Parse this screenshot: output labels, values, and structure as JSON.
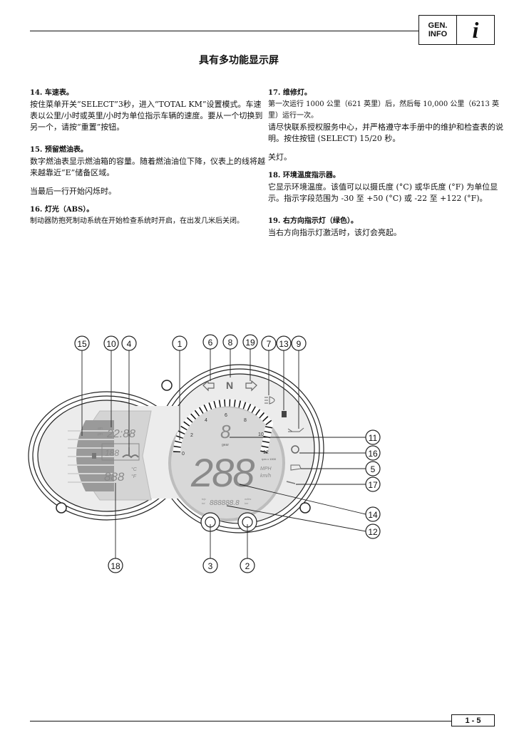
{
  "header": {
    "section_line1": "GEN.",
    "section_line2": "INFO",
    "info_icon": "i"
  },
  "title": "具有多功能显示屏",
  "left_column": [
    {
      "heading": "14. 车速表。",
      "paragraphs": [
        "按住菜单开关“SELECT”3秒，进入“TOTAL KM”设置模式。车速表以公里/小时或英里/小时为单位指示车辆的速度。要从一个切换到另一个，请按“重置”按钮。"
      ]
    },
    {
      "heading": "15. 预留燃油表。",
      "paragraphs": [
        "数字燃油表显示燃油箱的容量。随着燃油油位下降，仪表上的线将越来越靠近“E”储备区域。",
        "当最后一行开始闪烁时。"
      ]
    },
    {
      "heading": "16. 灯光（ABS）。",
      "paragraphs": [
        "制动器防抱死制动系统在开始检查系统时开启，在出发几米后关闭。"
      ]
    }
  ],
  "right_column": [
    {
      "heading": "17. 维修灯。",
      "paragraphs": [
        "第一次运行 1000 公里（621 英里）后，然后每 10,000 公里（6213 英里）运行一次。",
        "请尽快联系授权服务中心，并严格遵守本手册中的维护和检查表的说明。按住按钮 (SELECT) 15/20 秒。",
        "关灯。"
      ]
    },
    {
      "heading": "18. 环境温度指示器。",
      "paragraphs": [
        "它显示环境温度。该值可以以摄氏度 (°C) 或华氏度 (°F) 为单位显示。指示字段范围为 -30 至 +50 (°C) 或 -22 至 +122 (°F)。"
      ]
    },
    {
      "heading": "19. 右方向指示灯（绿色）。",
      "paragraphs": [
        "当右方向指示灯激活时，该灯会亮起。"
      ]
    }
  ],
  "diagram": {
    "callouts": [
      "15",
      "10",
      "4",
      "1",
      "6",
      "8",
      "19",
      "7",
      "13",
      "9",
      "11",
      "16",
      "5",
      "17",
      "14",
      "12",
      "18",
      "3",
      "2"
    ],
    "lcd": {
      "am": "am",
      "pm": "pm",
      "clock": "22:88",
      "coolant": "188",
      "temp": "888",
      "celsius": "°C",
      "fahrenheit": "°F",
      "neutral": "N",
      "gear_digit": "8",
      "gear_label": "gear",
      "rpm_ticks": [
        "0",
        "2",
        "4",
        "6",
        "8",
        "10",
        "12"
      ],
      "rpm_unit": "rpm x 1000",
      "speed": "288",
      "mph": "MPH",
      "kmh": "km/h",
      "trip": "trip",
      "tot": "tot",
      "odometer": "888888.8",
      "miles": "miles",
      "km": "km"
    }
  },
  "footer": {
    "page": "1 - 5"
  }
}
